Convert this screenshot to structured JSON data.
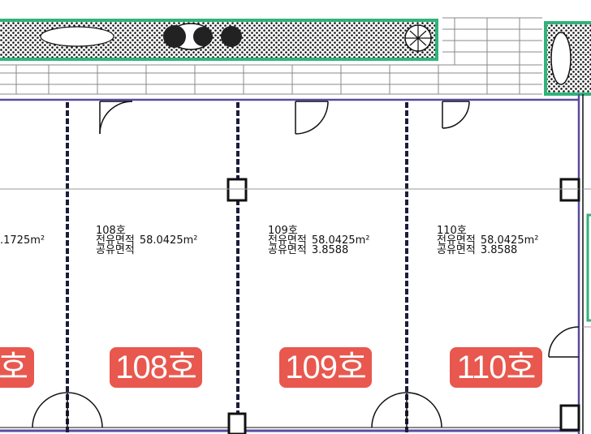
{
  "units": [
    {
      "id": "unit-107",
      "name": "",
      "area_label": "",
      "area_value": ".1725m²",
      "share_label": "",
      "share_value": "",
      "badge": "호"
    },
    {
      "id": "unit-108",
      "name": "108호",
      "area_label": "전유면적",
      "area_value": "58.0425m²",
      "share_label": "공유면적",
      "share_value": "",
      "badge": "108호"
    },
    {
      "id": "unit-109",
      "name": "109호",
      "area_label": "전유면적",
      "area_value": "58.0425m²",
      "share_label": "공유면적",
      "share_value": "3.8588",
      "badge": "109호"
    },
    {
      "id": "unit-110",
      "name": "110호",
      "area_label": "전유면적",
      "area_value": "58.0425m²",
      "share_label": "공유면적",
      "share_value": "3.8588",
      "badge": "110호"
    }
  ],
  "colors": {
    "wall": "#5b4a9e",
    "landscape": "#2fb37a",
    "partition": "#1c1c3c",
    "badge": "#e8584e"
  }
}
